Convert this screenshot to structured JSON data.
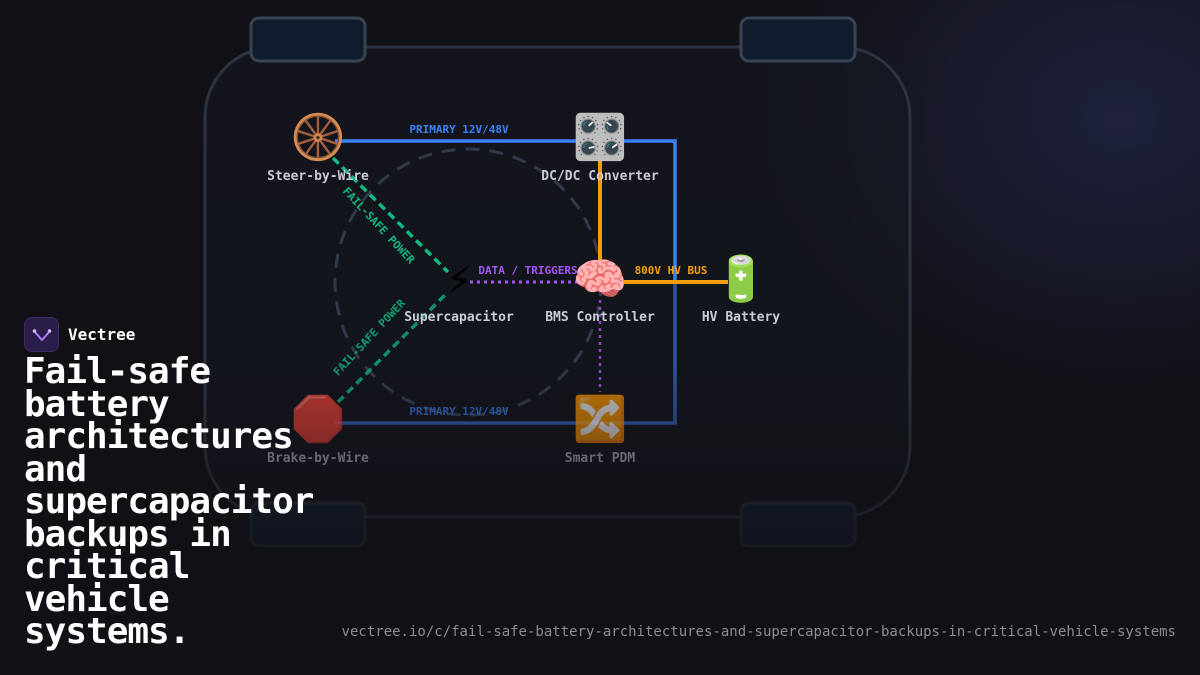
{
  "brand": {
    "name": "Vectree"
  },
  "headline": "Fail-safe battery architectures and supercapacitor backups in critical vehicle systems.",
  "url": "vectree.io/c/fail-safe-battery-architectures-and-supercapacitor-backups-in-critical-vehicle-systems",
  "diagram": {
    "nodes": [
      {
        "id": "steer",
        "label": "Steer-by-Wire",
        "icon": "steering-wheel-icon",
        "glyph": "🛞"
      },
      {
        "id": "dcdc",
        "label": "DC/DC Converter",
        "icon": "control-knobs-icon",
        "glyph": "🎛️"
      },
      {
        "id": "supercap",
        "label": "Supercapacitor",
        "icon": "lightning-icon",
        "glyph": "⚡"
      },
      {
        "id": "bms",
        "label": "BMS Controller",
        "icon": "brain-icon",
        "glyph": "🧠"
      },
      {
        "id": "hv",
        "label": "HV Battery",
        "icon": "battery-icon",
        "glyph": "🔋"
      },
      {
        "id": "brake",
        "label": "Brake-by-Wire",
        "icon": "stop-sign-icon",
        "glyph": "🛑"
      },
      {
        "id": "pdm",
        "label": "Smart PDM",
        "icon": "shuffle-icon",
        "glyph": "🔀"
      }
    ],
    "edges": {
      "primary_top": "PRIMARY 12V/48V",
      "primary_bottom": "PRIMARY 12V/48V",
      "failsafe_top": "FAIL-SAFE POWER",
      "failsafe_bottom": "FAIL-SAFE POWER",
      "data": "DATA / TRIGGERS",
      "hv_bus": "800V HV BUS"
    },
    "colors": {
      "primary": "#3b82f6",
      "hv": "#f59e0b",
      "failsafe": "#10b981",
      "data": "#a855f7"
    }
  }
}
